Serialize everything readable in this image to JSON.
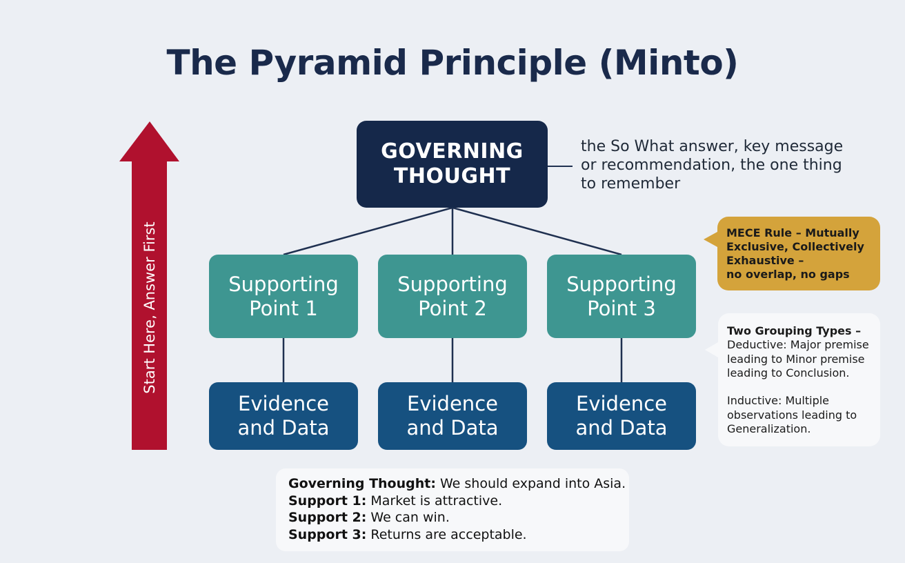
{
  "title": "The Pyramid Principle (Minto)",
  "side_arrow": {
    "label": "Start Here, Answer First",
    "color": "#b0112e"
  },
  "governing": {
    "line1": "GOVERNING",
    "line2": "THOUGHT",
    "description": "the So What answer, key message or recommendation, the one thing to remember",
    "color": "#15284a"
  },
  "supports": [
    {
      "line1": "Supporting",
      "line2": "Point 1"
    },
    {
      "line1": "Supporting",
      "line2": "Point 2"
    },
    {
      "line1": "Supporting",
      "line2": "Point 3"
    }
  ],
  "evidence": [
    {
      "line1": "Evidence",
      "line2": "and Data"
    },
    {
      "line1": "Evidence",
      "line2": "and Data"
    },
    {
      "line1": "Evidence",
      "line2": "and Data"
    }
  ],
  "mece": {
    "lines": [
      "MECE Rule – Mutually",
      "Exclusive, Collectively",
      "Exhaustive –",
      "no overlap, no gaps"
    ],
    "color": "#d4a33b"
  },
  "grouping": {
    "title": "Two Grouping Types –",
    "deductive": "Deductive: Major premise leading to Minor premise leading to Conclusion.",
    "inductive": "Inductive: Multiple observations leading to Generalization."
  },
  "example": {
    "rows": [
      {
        "label": "Governing Thought:",
        "text": " We should expand into Asia."
      },
      {
        "label": "Support 1:",
        "text": " Market is attractive."
      },
      {
        "label": "Support 2:",
        "text": " We can win."
      },
      {
        "label": "Support 3:",
        "text": " Returns are acceptable."
      }
    ]
  },
  "colors": {
    "background": "#eceff4",
    "support": "#3e9691",
    "evidence": "#165180",
    "connector": "#1f3050"
  }
}
